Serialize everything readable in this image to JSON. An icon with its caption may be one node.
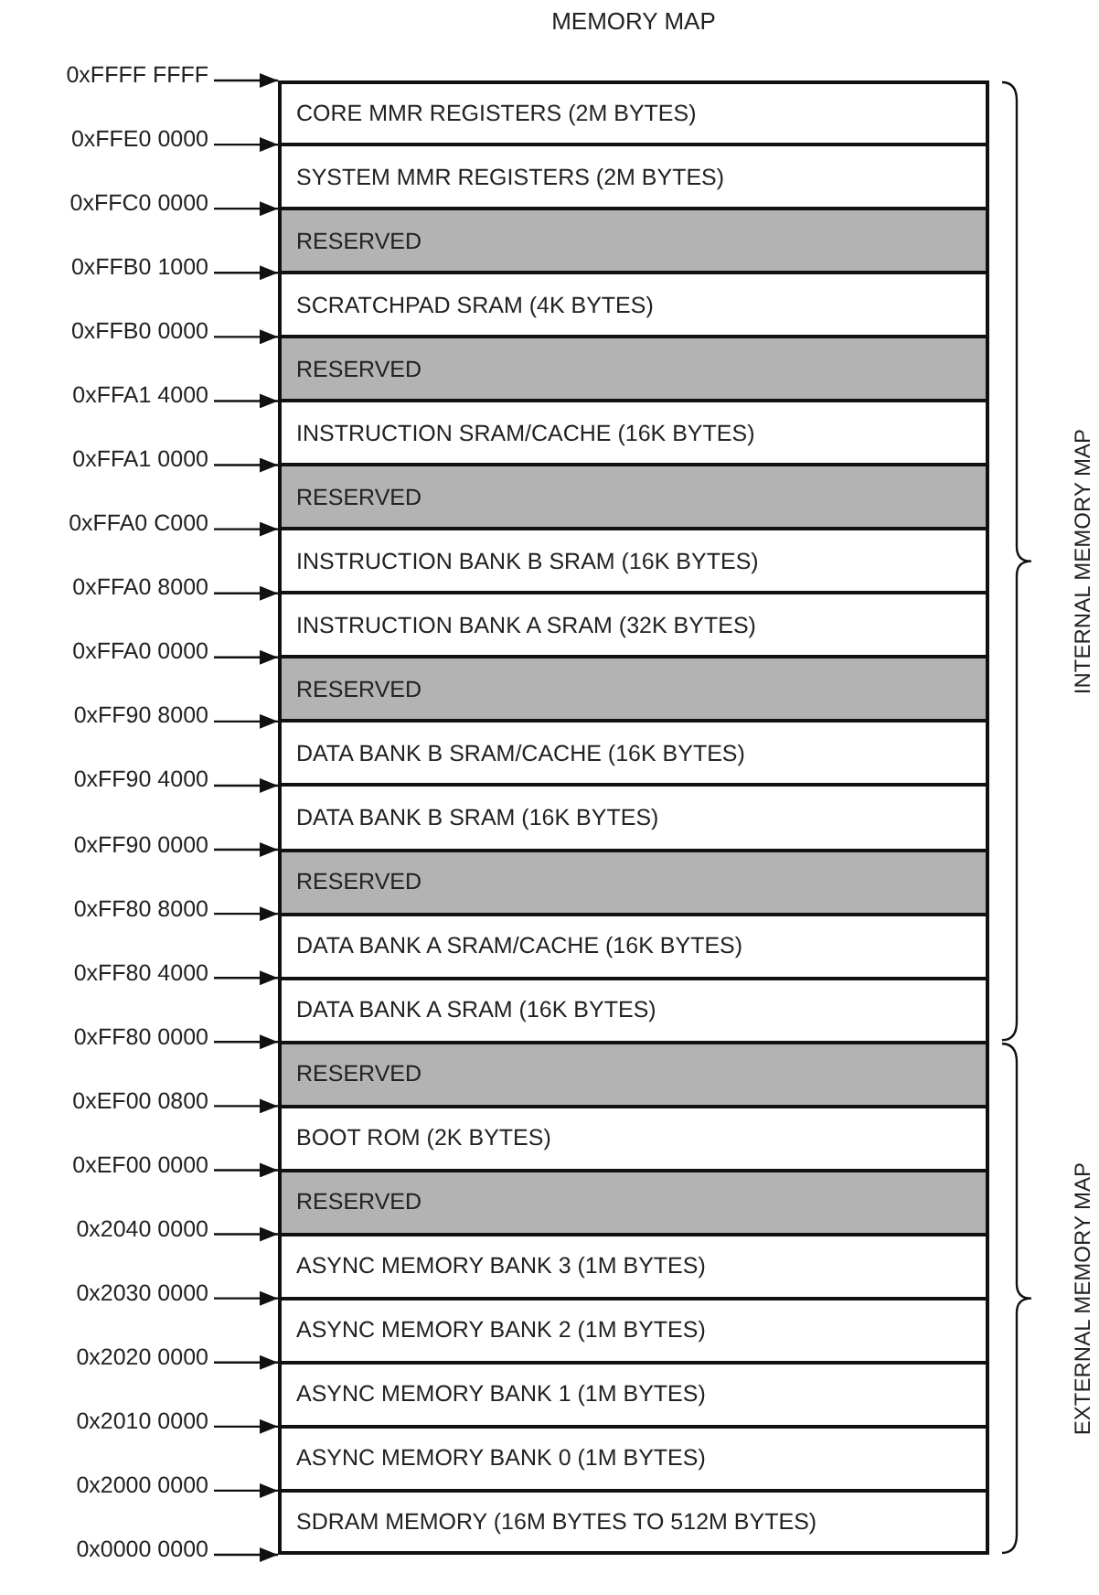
{
  "diagram": {
    "title": "MEMORY MAP",
    "nodes": [
      {
        "text": [
          "CORE MMR REGISTERS (2M BYTES)"
        ]
      },
      {
        "text": [
          "SYSTEM MMR REGISTERS (2M BYTES)"
        ]
      },
      {
        "text": [
          "RESERVED"
        ]
      },
      {
        "text": [
          "SCRATCHPAD SRAM (4K BYTES)"
        ]
      },
      {
        "text": [
          "RESERVED"
        ]
      },
      {
        "text": [
          "INSTRUCTION SRAM/CACHE (16K BYTES)"
        ]
      },
      {
        "text": [
          "RESERVED"
        ]
      },
      {
        "text": [
          "INSTRUCTION BANK B SRAM (16K BYTES)"
        ]
      },
      {
        "text": [
          "INSTRUCTION BANK A SRAM (32K BYTES)"
        ]
      },
      {
        "text": [
          "RESERVED"
        ]
      },
      {
        "text": [
          "DATA BANK B SRAM/CACHE (16K BYTES)"
        ]
      },
      {
        "text": [
          "DATA BANK B SRAM (16K BYTES)"
        ]
      },
      {
        "text": [
          "RESERVED"
        ]
      },
      {
        "text": [
          "DATA BANK A SRAM/CACHE (16K BYTES)"
        ]
      },
      {
        "text": [
          "DATA BANK A SRAM (16K BYTES)"
        ]
      },
      {
        "text": [
          "RESERVED"
        ]
      },
      {
        "text": [
          "BOOT ROM (2K BYTES)"
        ]
      },
      {
        "text": [
          "RESERVED"
        ]
      },
      {
        "text": [
          "ASYNC MEMORY BANK 3 (1M BYTES)"
        ]
      },
      {
        "text": [
          "ASYNC MEMORY BANK 2 (1M BYTES)"
        ]
      },
      {
        "text": [
          "ASYNC MEMORY BANK 1 (1M BYTES)"
        ]
      },
      {
        "text": [
          "ASYNC MEMORY BANK 0 (1M BYTES)"
        ]
      },
      {
        "text": [
          "SDRAM MEMORY (16M BYTES TO 512M BYTES)"
        ]
      },
      {
        "text": [
          "0xFFFF FFFF"
        ]
      },
      {
        "text": [
          "0xFFE0 0000"
        ]
      },
      {
        "text": [
          "0xFFC0 0000"
        ]
      },
      {
        "text": [
          "0xFFB0 1000"
        ]
      },
      {
        "text": [
          "0xFFB0 0000"
        ]
      },
      {
        "text": [
          "0xFFA1 4000"
        ]
      },
      {
        "text": [
          "0xFFA1 0000"
        ]
      },
      {
        "text": [
          "0xFFA0 C000"
        ]
      },
      {
        "text": [
          "0xFFA0 8000"
        ]
      },
      {
        "text": [
          "0xFFA0 0000"
        ]
      },
      {
        "text": [
          "0xFF90 8000"
        ]
      },
      {
        "text": [
          "0xFF90 4000"
        ]
      },
      {
        "text": [
          "0xFF90 0000"
        ]
      },
      {
        "text": [
          "0xFF80 8000"
        ]
      },
      {
        "text": [
          "0xFF80 4000"
        ]
      },
      {
        "text": [
          "0xFF80 0000"
        ]
      },
      {
        "text": [
          "0xEF00 0800"
        ]
      },
      {
        "text": [
          "0xEF00 0000"
        ]
      },
      {
        "text": [
          "0x2040 0000"
        ]
      },
      {
        "text": [
          "0x2030 0000"
        ]
      },
      {
        "text": [
          "0x2020 0000"
        ]
      },
      {
        "text": [
          "0x2010 0000"
        ]
      },
      {
        "text": [
          "0x2000 0000"
        ]
      },
      {
        "text": [
          "0x0000 0000"
        ]
      }
    ],
    "edges": [
      {
        "from": 23,
        "to": 0,
        "arrow": "to"
      },
      {
        "from": 24,
        "to": 0,
        "arrow": "to"
      },
      {
        "from": 25,
        "to": 1,
        "arrow": "to"
      },
      {
        "from": 26,
        "to": 2,
        "arrow": "to"
      },
      {
        "from": 27,
        "to": 3,
        "arrow": "to"
      },
      {
        "from": 28,
        "to": 4,
        "arrow": "to"
      },
      {
        "from": 29,
        "to": 5,
        "arrow": "to"
      },
      {
        "from": 30,
        "to": 6,
        "arrow": "to"
      },
      {
        "from": 31,
        "to": 7,
        "arrow": "to"
      },
      {
        "from": 32,
        "to": 8,
        "arrow": "to"
      },
      {
        "from": 33,
        "to": 9,
        "arrow": "to"
      },
      {
        "from": 34,
        "to": 10,
        "arrow": "to"
      },
      {
        "from": 35,
        "to": 11,
        "arrow": "to"
      },
      {
        "from": 36,
        "to": 12,
        "arrow": "to"
      },
      {
        "from": 37,
        "to": 13,
        "arrow": "to"
      },
      {
        "from": 38,
        "to": 14,
        "arrow": "to"
      },
      {
        "from": 39,
        "to": 15,
        "arrow": "to"
      },
      {
        "from": 40,
        "to": 16,
        "arrow": "to"
      },
      {
        "from": 41,
        "to": 17,
        "arrow": "to"
      },
      {
        "from": 42,
        "to": 18,
        "arrow": "to"
      },
      {
        "from": 43,
        "to": 19,
        "arrow": "to"
      },
      {
        "from": 44,
        "to": 20,
        "arrow": "to"
      },
      {
        "from": 45,
        "to": 21,
        "arrow": "to"
      },
      {
        "from": 46,
        "to": 22,
        "arrow": "to"
      }
    ],
    "labels": [
      "INTERNAL MEMORY MAP",
      "EXTERNAL MEMORY MAP"
    ]
  }
}
